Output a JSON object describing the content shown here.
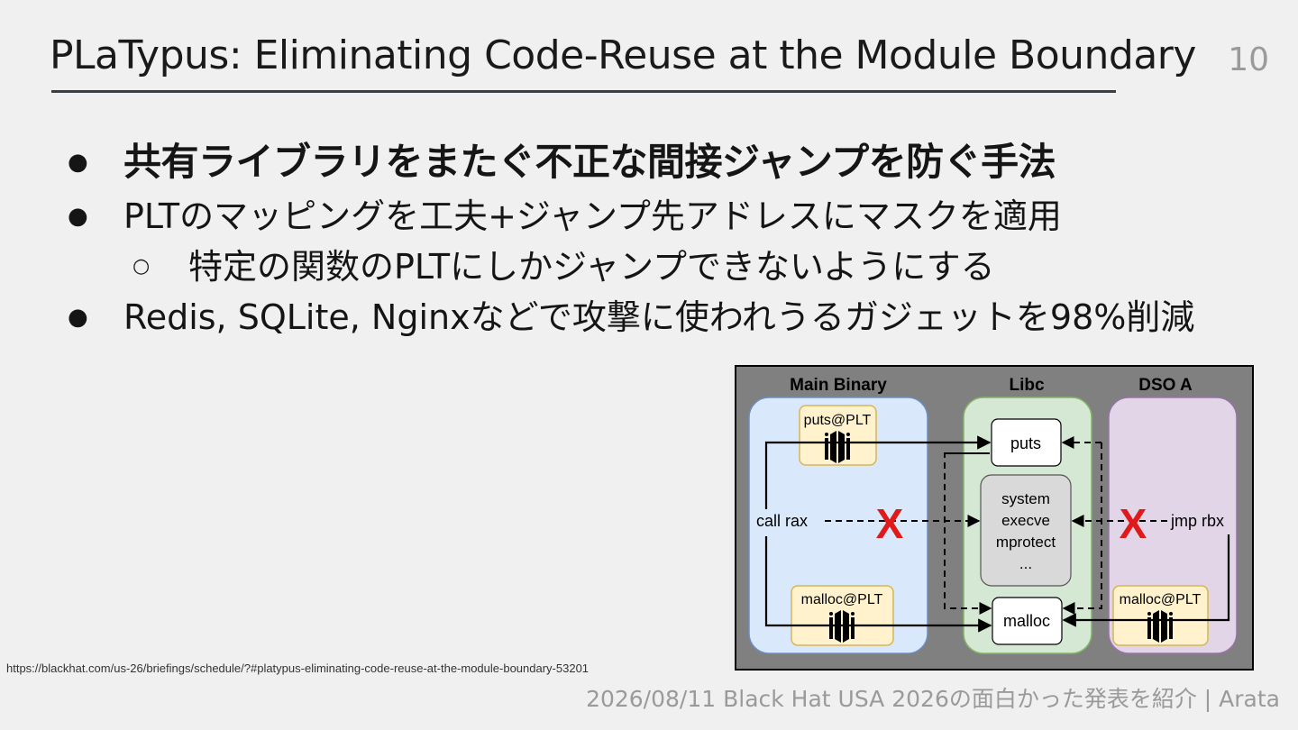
{
  "slide": {
    "title": "PLaTypus: Eliminating Code-Reuse at the Module Boundary",
    "page_number": "10",
    "bullets": [
      {
        "marker": "●",
        "text": "共有ライブラリをまたぐ不正な間接ジャンプを防ぐ手法"
      },
      {
        "marker": "●",
        "text": "PLTのマッピングを工夫+ジャンプ先アドレスにマスクを適用"
      },
      {
        "marker": "○",
        "text": "特定の関数のPLTにしかジャンプできないようにする"
      },
      {
        "marker": "●",
        "text": "Redis, SQLite, Nginxなどで攻撃に使われうるガジェットを98%削減"
      }
    ],
    "source_url": "https://blackhat.com/us-26/briefings/schedule/?#platypus-eliminating-code-reuse-at-the-module-boundary-53201",
    "footer": "2026/08/11 Black Hat USA 2026の面白かった発表を紹介 | Arata"
  },
  "diagram": {
    "columns": {
      "main": "Main Binary",
      "libc": "Libc",
      "dso": "DSO A"
    },
    "plt_puts": "puts@PLT",
    "plt_malloc_main": "malloc@PLT",
    "plt_malloc_dso": "malloc@PLT",
    "fn_puts": "puts",
    "fn_malloc": "malloc",
    "sensitive_lines": [
      "system",
      "execve",
      "mprotect",
      "..."
    ],
    "call_label": "call rax",
    "jmp_label": "jmp rbx",
    "blocked_mark": "X",
    "colors": {
      "frame": "#808080",
      "main_bg": "#dae8fc",
      "main_border": "#6c8ebf",
      "libc_bg": "#d5e8d4",
      "libc_border": "#82b366",
      "dso_bg": "#e1d5e7",
      "dso_border": "#9673a6",
      "plt_bg": "#fff2cc",
      "plt_border": "#d6b656",
      "sensitive_bg": "#d9d9d9",
      "x_mark": "#e0191b"
    }
  }
}
